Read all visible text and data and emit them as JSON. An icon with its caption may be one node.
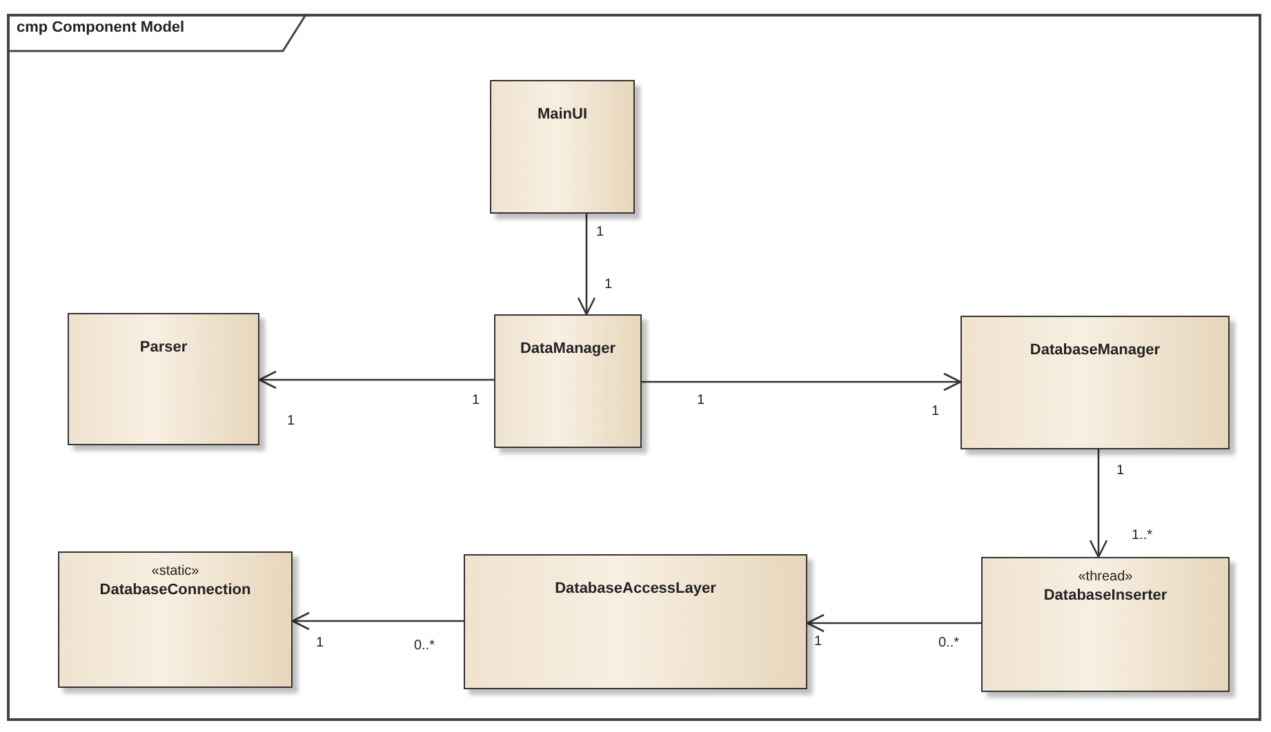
{
  "diagram": {
    "title": "cmp Component Model",
    "nodes": [
      {
        "text": [
          "MainUI"
        ]
      },
      {
        "text": [
          "Parser"
        ]
      },
      {
        "text": [
          "DataManager"
        ]
      },
      {
        "text": [
          "DatabaseManager"
        ]
      },
      {
        "text": [
          "«static»",
          "DatabaseConnection"
        ]
      },
      {
        "text": [
          "DatabaseAccessLayer"
        ]
      },
      {
        "text": [
          "«thread»",
          "DatabaseInserter"
        ]
      }
    ],
    "edges": [
      {
        "from": 0,
        "to": 2,
        "arrow": "to"
      },
      {
        "from": 2,
        "to": 1,
        "arrow": "to"
      },
      {
        "from": 2,
        "to": 3,
        "arrow": "to"
      },
      {
        "from": 3,
        "to": 6,
        "arrow": "to"
      },
      {
        "from": 6,
        "to": 5,
        "arrow": "to"
      },
      {
        "from": 5,
        "to": 4,
        "arrow": "to"
      }
    ],
    "labels": [
      "1",
      "1",
      "1",
      "1",
      "1",
      "1",
      "1",
      "1..*",
      "1",
      "0..*",
      "1",
      "0..*"
    ]
  }
}
